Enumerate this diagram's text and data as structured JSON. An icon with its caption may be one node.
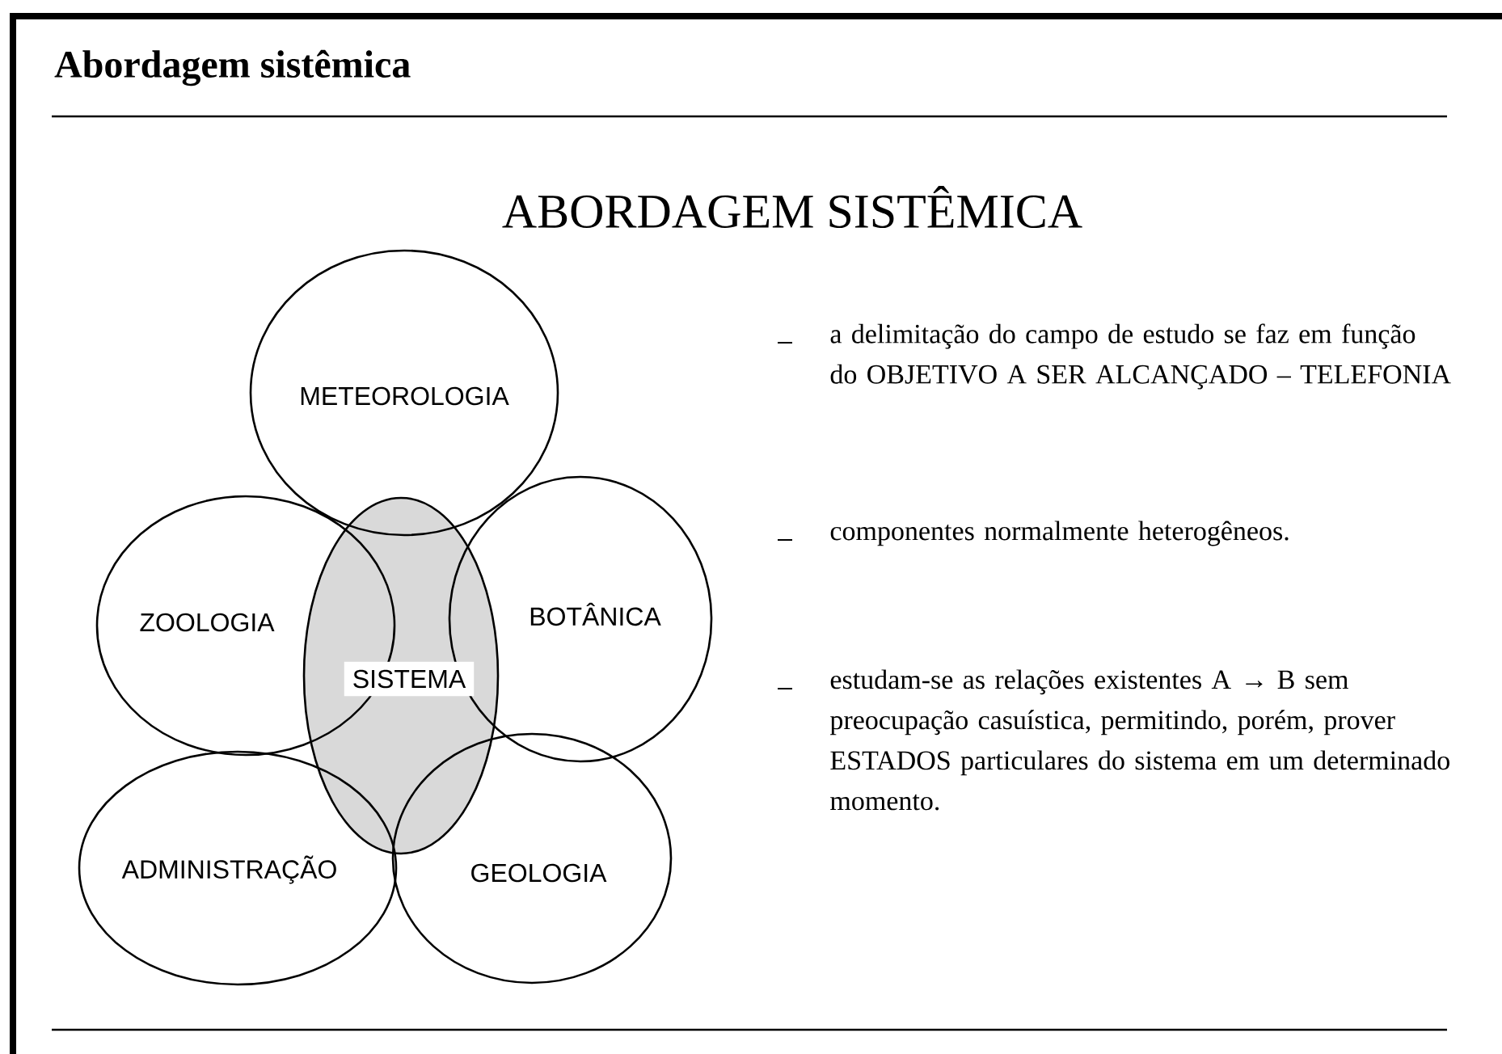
{
  "diagram": {
    "title": "Abordagem sistêmica",
    "nodes": [
      {
        "text": [
          "METEOROLOGIA"
        ]
      },
      {
        "text": [
          "ZOOLOGIA"
        ]
      },
      {
        "text": [
          "SISTEMA"
        ]
      },
      {
        "text": [
          "BOTÂNICA"
        ]
      },
      {
        "text": [
          "ADMINISTRAÇÃO"
        ]
      },
      {
        "text": [
          "GEOLOGIA"
        ]
      }
    ],
    "edges": [],
    "labels": [
      "ABORDAGEM SISTÊMICA",
      "a delimitação do campo de estudo se faz em função do OBJETIVO A SER ALCANÇADO – TELEFONIA",
      "componentes normalmente heterogêneos.",
      "estudam-se as relações existentes A → B sem preocupação casuística, permitindo, porém, prover ESTADOS particulares do sistema em um determinado momento."
    ]
  }
}
